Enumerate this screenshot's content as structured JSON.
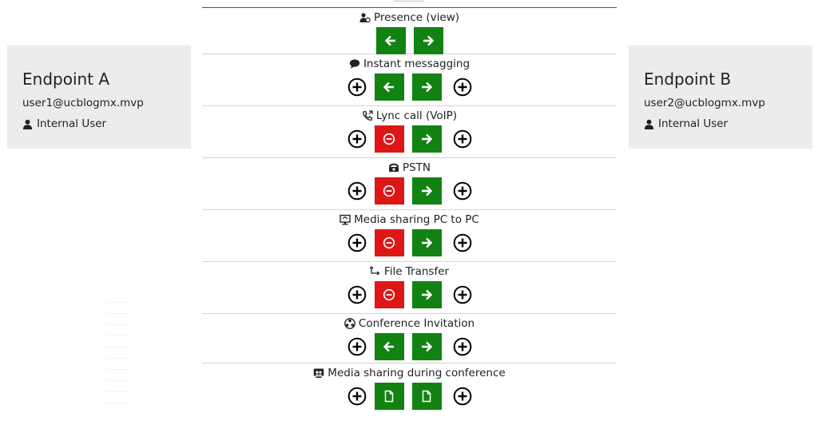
{
  "endpoint_a": {
    "title": "Endpoint A",
    "email": "user1@ucblogmx.mvp",
    "user_type": "Internal User"
  },
  "endpoint_b": {
    "title": "Endpoint B",
    "email": "user2@ucblogmx.mvp",
    "user_type": "Internal User"
  },
  "features": [
    {
      "label": "Presence (view)",
      "icon": "presence-icon",
      "left_state": "allowed",
      "left_icon": "arrow-left-icon",
      "right_icon": "arrow-right-icon",
      "show_plus": false
    },
    {
      "label": "Instant messagging",
      "icon": "chat-icon",
      "left_state": "allowed",
      "left_icon": "arrow-left-icon",
      "right_icon": "arrow-right-icon",
      "show_plus": true
    },
    {
      "label": "Lync call (VoIP)",
      "icon": "phone-icon",
      "left_state": "blocked",
      "left_icon": "minus-circle-icon",
      "right_icon": "arrow-right-icon",
      "show_plus": true
    },
    {
      "label": "PSTN",
      "icon": "pstn-icon",
      "left_state": "blocked",
      "left_icon": "minus-circle-icon",
      "right_icon": "arrow-right-icon",
      "show_plus": true
    },
    {
      "label": "Media sharing PC to PC",
      "icon": "monitor-icon",
      "left_state": "blocked",
      "left_icon": "minus-circle-icon",
      "right_icon": "arrow-right-icon",
      "show_plus": true
    },
    {
      "label": "File Transfer",
      "icon": "transfer-icon",
      "left_state": "blocked",
      "left_icon": "minus-circle-icon",
      "right_icon": "arrow-right-icon",
      "show_plus": true
    },
    {
      "label": "Conference Invitation",
      "icon": "conference-icon",
      "left_state": "allowed",
      "left_icon": "arrow-left-icon",
      "right_icon": "arrow-right-icon",
      "show_plus": true
    },
    {
      "label": "Media sharing during conference",
      "icon": "media-conference-icon",
      "left_state": "allowed",
      "left_icon": "document-icon",
      "right_icon": "document-icon",
      "show_plus": true
    }
  ],
  "colors": {
    "allowed": "#128212",
    "blocked": "#dd1616",
    "panel_bg": "#ececec"
  }
}
